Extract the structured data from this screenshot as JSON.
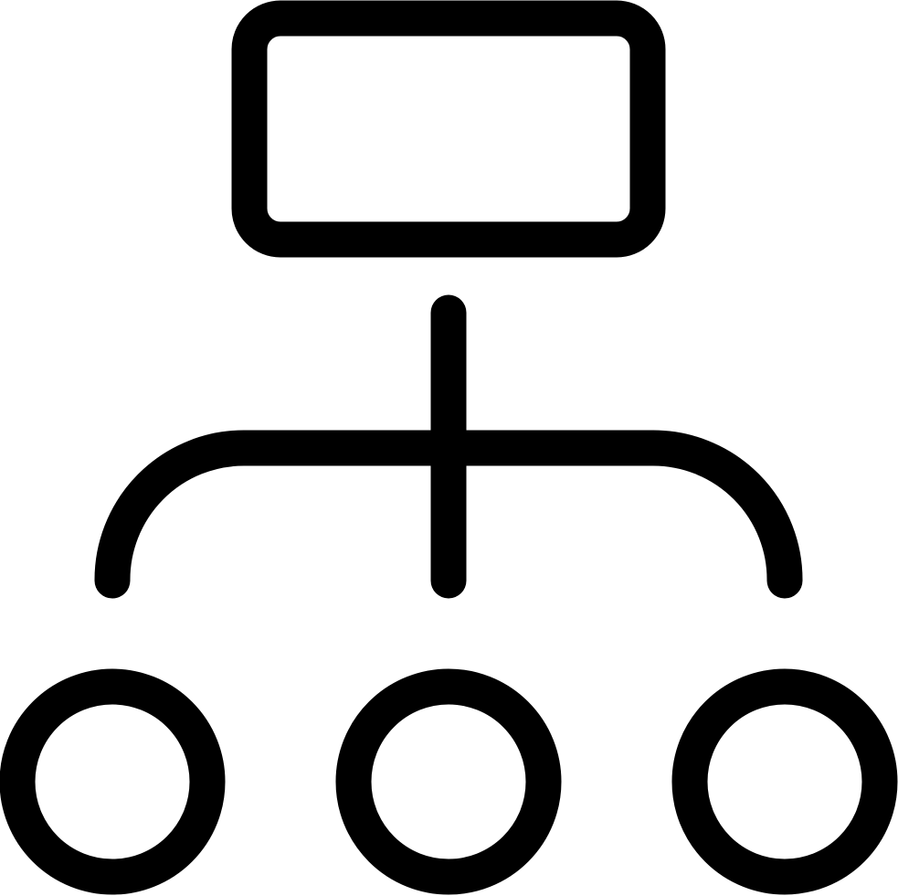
{
  "icon": {
    "name": "hierarchy-icon",
    "stroke_color": "#000000",
    "background_color": "#ffffff"
  },
  "diagram": {
    "root": {
      "shape": "rounded-rectangle"
    },
    "children": [
      {
        "shape": "circle"
      },
      {
        "shape": "circle"
      },
      {
        "shape": "circle"
      }
    ]
  }
}
